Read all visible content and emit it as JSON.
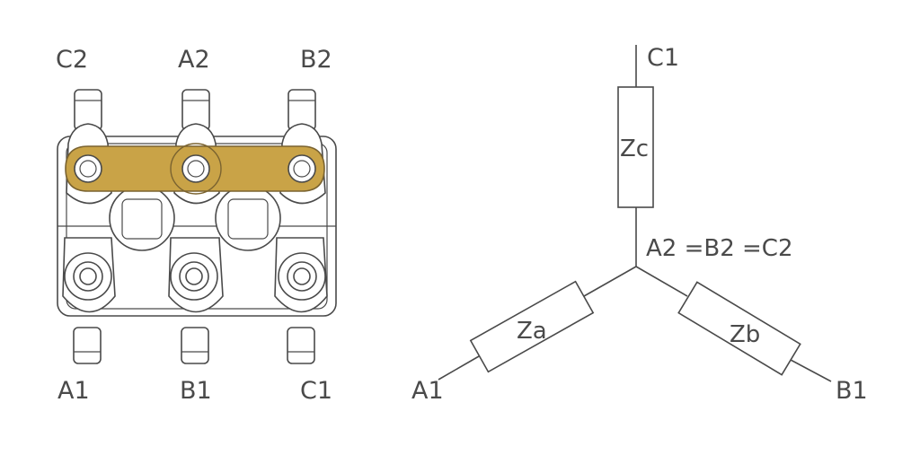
{
  "terminal_block": {
    "top_labels": [
      "C2",
      "A2",
      "B2"
    ],
    "bottom_labels": [
      "A1",
      "B1",
      "C1"
    ],
    "link_color": "#c9a347"
  },
  "star_diagram": {
    "top_terminal": "C1",
    "left_terminal": "A1",
    "right_terminal": "B1",
    "neutral_equation": "A2 =B2 =C2",
    "impedances": {
      "zc": "Zc",
      "za": "Za",
      "zb": "Zb"
    }
  }
}
